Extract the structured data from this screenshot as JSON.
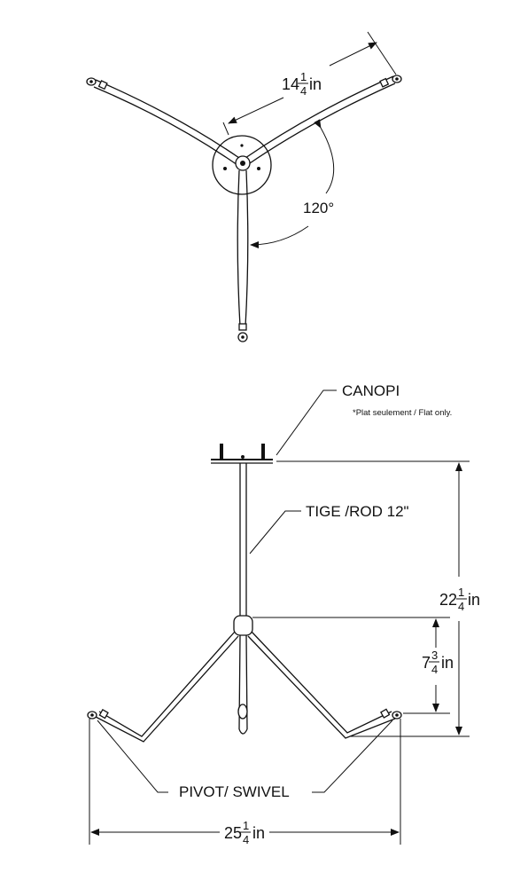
{
  "top_view": {
    "arm_span": {
      "whole": "14",
      "num": "1",
      "den": "4",
      "unit": "in"
    },
    "angle": "120°"
  },
  "side_view": {
    "canopy_label": "CANOPI",
    "canopy_note": "*Plat seulement / Flat only.",
    "rod_label": "TIGE /ROD 12\"",
    "overall_height": {
      "whole": "22",
      "num": "1",
      "den": "4",
      "unit": "in"
    },
    "hub_drop": {
      "whole": "7",
      "num": "3",
      "den": "4",
      "unit": "in"
    },
    "pivot_label": "PIVOT/ SWIVEL",
    "overall_width": {
      "whole": "25",
      "num": "1",
      "den": "4",
      "unit": "in"
    }
  }
}
